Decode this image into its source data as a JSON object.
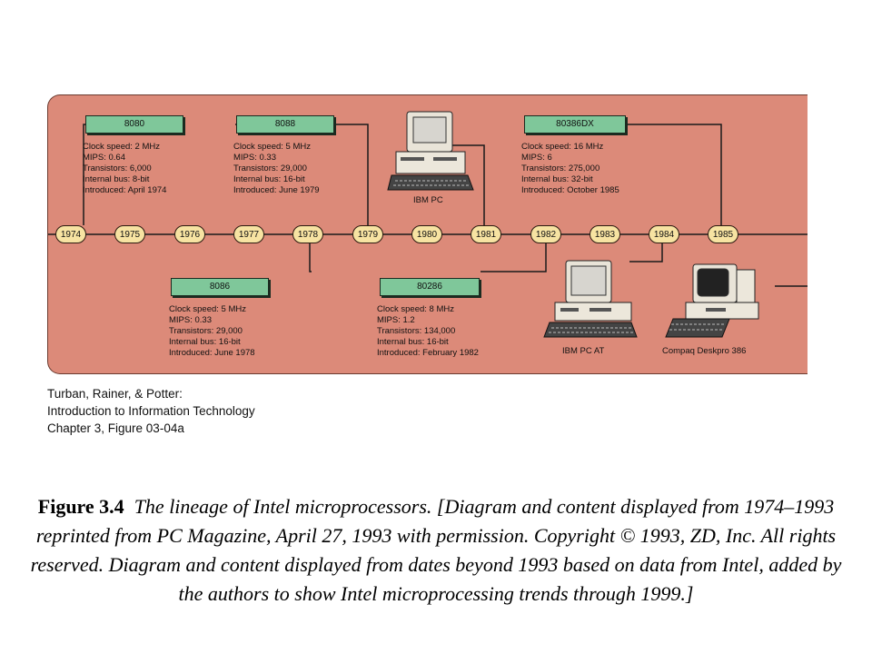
{
  "diagram": {
    "years": [
      "1974",
      "1975",
      "1976",
      "1977",
      "1978",
      "1979",
      "1980",
      "1981",
      "1982",
      "1983",
      "1984",
      "1985"
    ],
    "chips": [
      {
        "name": "8080",
        "specs": [
          "Clock speed: 2 MHz",
          "MIPS: 0.64",
          "Transistors: 6,000",
          "Internal bus: 8-bit",
          "Introduced: April 1974"
        ]
      },
      {
        "name": "8088",
        "specs": [
          "Clock speed: 5 MHz",
          "MIPS: 0.33",
          "Transistors: 29,000",
          "Internal bus: 16-bit",
          "Introduced: June 1979"
        ]
      },
      {
        "name": "80386DX",
        "specs": [
          "Clock speed: 16 MHz",
          "MIPS: 6",
          "Transistors: 275,000",
          "Internal bus: 32-bit",
          "Introduced: October 1985"
        ]
      },
      {
        "name": "8086",
        "specs": [
          "Clock speed: 5 MHz",
          "MIPS: 0.33",
          "Transistors: 29,000",
          "Internal bus: 16-bit",
          "Introduced: June 1978"
        ]
      },
      {
        "name": "80286",
        "specs": [
          "Clock speed: 8 MHz",
          "MIPS: 1.2",
          "Transistors: 134,000",
          "Internal bus: 16-bit",
          "Introduced: February 1982"
        ]
      }
    ],
    "computers": [
      "IBM PC",
      "IBM PC AT",
      "Compaq Deskpro 386"
    ],
    "colors": {
      "panel": "#dc8a79",
      "chip_label": "#7fc79a",
      "year_pill": "#f7e3a2"
    }
  },
  "credit": [
    "Turban, Rainer, & Potter:",
    "Introduction to Information Technology",
    "Chapter 3, Figure 03-04a"
  ],
  "caption": {
    "lead": "Figure 3.4",
    "text": "The lineage of Intel microprocessors. [Diagram and content displayed from 1974–1993 reprinted from PC Magazine, April 27, 1993 with permission. Copyright © 1993, ZD, Inc. All rights reserved. Diagram and content displayed from dates beyond 1993 based on data from Intel, added by the authors to show Intel microprocessing trends through 1999.]"
  }
}
